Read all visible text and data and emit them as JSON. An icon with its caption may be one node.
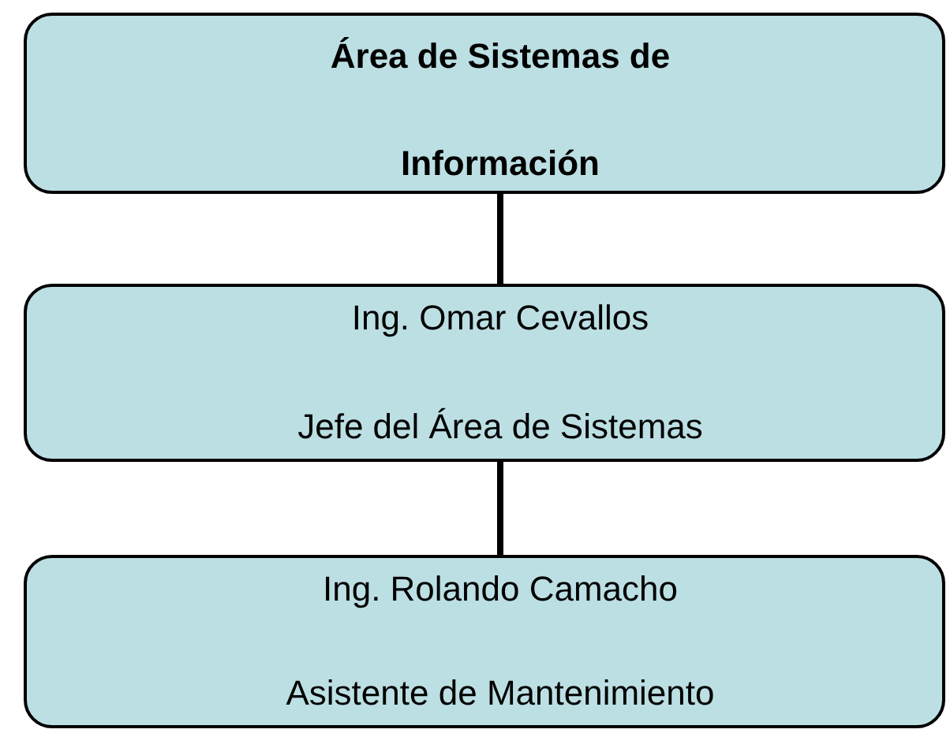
{
  "diagram": {
    "nodes": [
      {
        "text": [
          "Área de Sistemas de Información"
        ]
      },
      {
        "text": [
          "Ing. Omar Cevallos",
          "Jefe del Área de Sistemas"
        ]
      },
      {
        "text": [
          "Ing. Rolando Camacho",
          "Asistente de Mantenimiento"
        ]
      }
    ],
    "edges": [
      {
        "from": 0,
        "to": 1,
        "arrow": "none"
      },
      {
        "from": 1,
        "to": 2,
        "arrow": "none"
      }
    ]
  }
}
